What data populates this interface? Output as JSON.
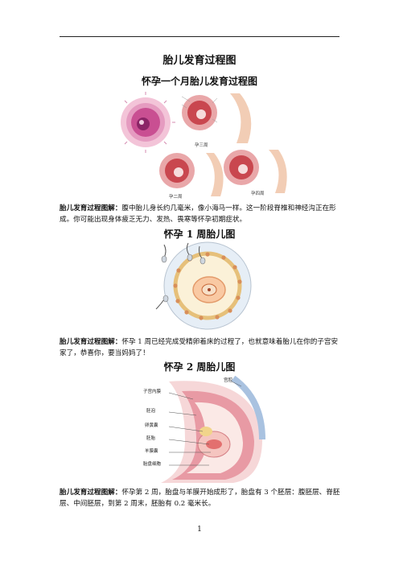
{
  "doc": {
    "title": "胎儿发育过程图",
    "page_number": "1"
  },
  "sections": [
    {
      "heading": "怀孕一个月胎儿发育过程图",
      "caption_label": "胎儿发育过程图解：",
      "caption_text": "腹中胎儿身长约几毫米，像小海马一样。这一阶段脊椎和神经沟正在形成。你可能出现身体疲乏无力、发热、畏寒等怀孕初期症状。"
    },
    {
      "heading": "怀孕 1 周胎儿图",
      "caption_label": "胎儿发育过程图解：",
      "caption_text": "怀孕 1 周已经完成受精卵着床的过程了，也就意味着胎儿在你的子宫安家了，恭喜你，要当妈妈了！"
    },
    {
      "heading": "怀孕 2 周胎儿图",
      "caption_label": "胎儿发育过程图解：",
      "caption_text": "怀孕第 2 周，胎盘与羊膜开始成形了，胎盘有 3 个胚层：腹胚层、脊胚层、中间胚层，到第 2 周末，胚胎有 0.2 毫米长。"
    }
  ],
  "fig1": {
    "label_a": "孕三周",
    "label_b": "孕二周",
    "label_c": "孕四周"
  },
  "fig3": {
    "labels": [
      "宫腔",
      "子宫内膜",
      "胚泡",
      "卵黄囊",
      "胚胎",
      "羊膜囊",
      "胎盘细胞"
    ]
  }
}
